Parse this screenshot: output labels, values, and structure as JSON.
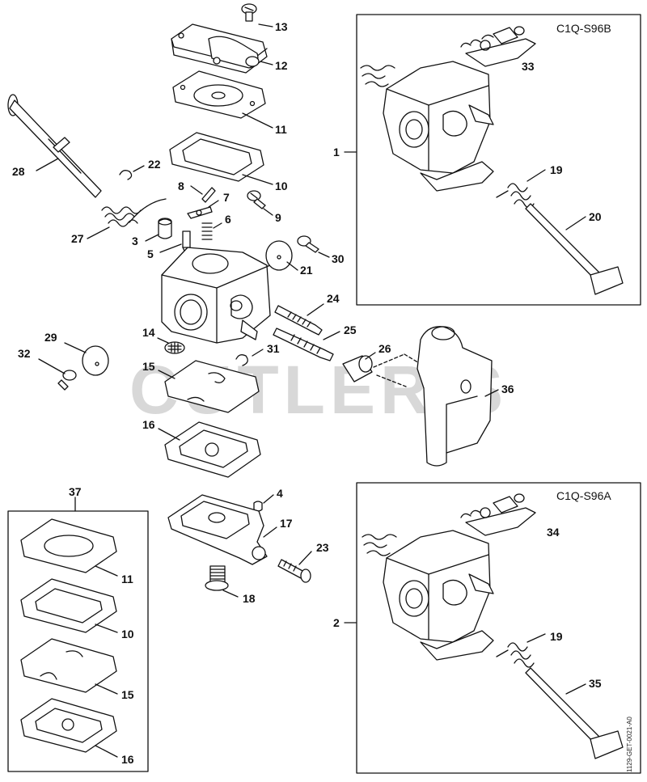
{
  "watermark": "CUTLERIS",
  "doc_id": "1129-GET-0021-A0",
  "assemblies": {
    "upper_box_title": "C1Q-S96B",
    "lower_box_title": "C1Q-S96A"
  },
  "labels": {
    "n1": "1",
    "n2": "2",
    "n3": "3",
    "n4": "4",
    "n5": "5",
    "n6": "6",
    "n7": "7",
    "n8": "8",
    "n9": "9",
    "n10": "10",
    "n11": "11",
    "n12": "12",
    "n13": "13",
    "n14": "14",
    "n15": "15",
    "n16": "16",
    "n17": "17",
    "n18": "18",
    "n19": "19",
    "n20": "20",
    "n21": "21",
    "n22": "22",
    "n23": "23",
    "n24": "24",
    "n25": "25",
    "n26": "26",
    "n27": "27",
    "n28": "28",
    "n29": "29",
    "n30": "30",
    "n31": "31",
    "n32": "32",
    "n33": "33",
    "n34": "34",
    "n35": "35",
    "n36": "36",
    "n37": "37"
  }
}
